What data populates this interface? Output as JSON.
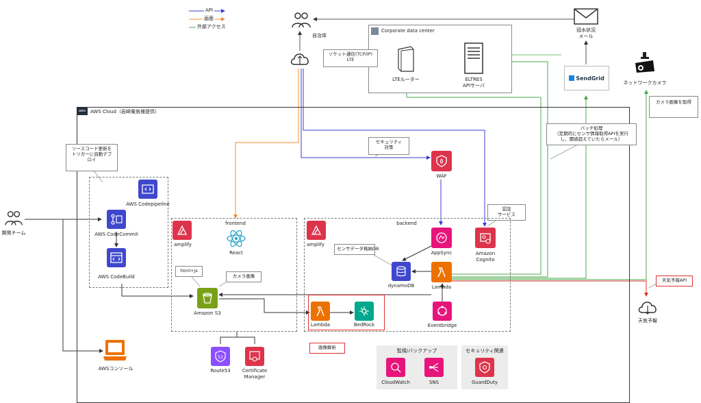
{
  "legend": {
    "api": "API",
    "screen": "画面",
    "external": "外部アクセス",
    "colors": {
      "api": "#3b3bd6",
      "screen": "#f08c28",
      "external": "#48a848"
    }
  },
  "nodes": {
    "municipality": "自治体",
    "flood_mail_line1": "冠水状況",
    "flood_mail_line2": "メール",
    "corporate_dc": "Corporate data center",
    "socket_line1": "ソケット通信(TCP/IP)",
    "socket_line2": "LTE",
    "lte_router": "LTEルーター",
    "eltres_line1": "ELTRES",
    "eltres_line2": "APIサーバ",
    "sendgrid": "SendGrid",
    "network_camera": "ネットワークカメラ",
    "camera_get": "カメラ画像を取得",
    "aws_cloud": "AWS Cloud（岩崎電気様提供）",
    "batch_line1": "バッチ処理",
    "batch_line2": "（定期的にセンサ情報取得APIを実行",
    "batch_line3": "し、閾値超えていたらメール）",
    "source_line1": "ソースコード更新を",
    "source_line2": "トリガーに自動デプ",
    "source_line3": "ロイ",
    "dev_team": "開発チーム",
    "codepipeline": "AWS Codepipeline",
    "codecommit": "AWS CodeCommit",
    "codebuild": "AWS CodeBuild",
    "security_line1": "セキュリティ",
    "security_line2": "対策",
    "waf": "WAF",
    "auth_line1": "認証",
    "auth_line2": "サービス",
    "frontend": "frontend",
    "backend": "backend",
    "amplify": "amplify",
    "react": "React",
    "appsync": "AppSync",
    "cognito_line1": "Amazon",
    "cognito_line2": "Cognito",
    "sensor_db": "センサデータ格納DB",
    "dynamodb": "dynamoDB",
    "lambda": "Lambda",
    "htmljs": "html+js",
    "camera_image": "カメラ画像",
    "s3": "Amazon S3",
    "weather_api": "天気予報API",
    "weather": "天気予報",
    "lambda2": "Lambda",
    "bedrock": "BedRock",
    "eventbridge": "Eventbridge",
    "image_analysis": "画像解析",
    "aws_console": "AWSコンソール",
    "route53": "Route53",
    "cert_line1": "Certificate",
    "cert_line2": "Manager",
    "monitoring": "監視/バックアップ",
    "security_related": "セキュリティ関連",
    "cloudwatch": "CloudWatch",
    "sns": "SNS",
    "guardduty": "GuardDuty"
  }
}
